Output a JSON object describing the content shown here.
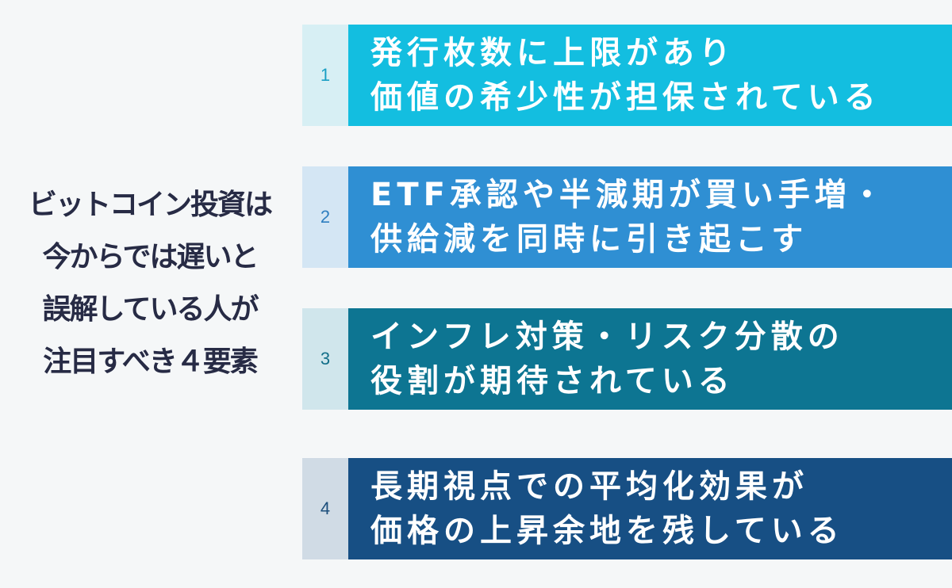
{
  "title_lines": [
    "ビットコイン投資は",
    "今からでは遅いと",
    "誤解している人が",
    "注目すべき４要素"
  ],
  "items": [
    {
      "number": "1",
      "lines": [
        "発行枚数に上限があり",
        "価値の希少性が担保されている"
      ],
      "box_color": "#13bee0",
      "num_bg": "#d7eff4",
      "num_color": "#1a9fc4"
    },
    {
      "number": "2",
      "lines": [
        "ETF承認や半減期が買い手増・",
        "供給減を同時に引き起こす"
      ],
      "box_color": "#2f8fd3",
      "num_bg": "#d4e6f4",
      "num_color": "#2f7fc0"
    },
    {
      "number": "3",
      "lines": [
        "インフレ対策・リスク分散の",
        "役割が期待されている"
      ],
      "box_color": "#0d7592",
      "num_bg": "#d0e6ec",
      "num_color": "#136f89"
    },
    {
      "number": "4",
      "lines": [
        "長期視点での平均化効果が",
        "価格の上昇余地を残している"
      ],
      "box_color": "#174f84",
      "num_bg": "#d0dbe5",
      "num_color": "#1d4f7c"
    }
  ]
}
